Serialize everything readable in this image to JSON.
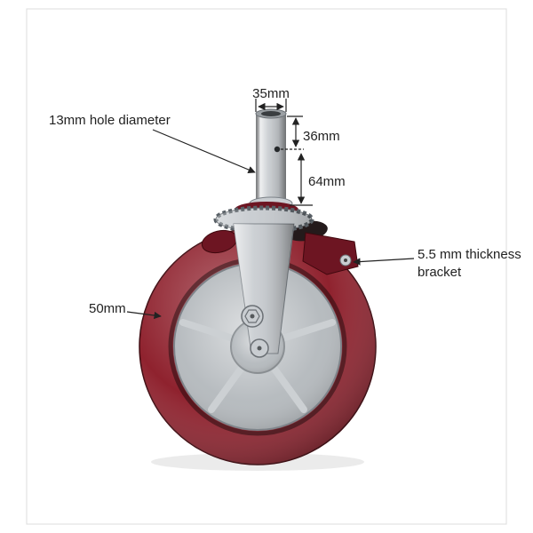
{
  "diagram": {
    "annotations": {
      "stem_width": "35mm",
      "hole_diameter": "13mm hole diameter",
      "stem_upper_length": "36mm",
      "stem_lower_length": "64mm",
      "bracket_thickness_line1": "5.5 mm thickness",
      "bracket_thickness_line2": "bracket",
      "wheel_diameter": "50mm"
    },
    "colors": {
      "tire_red": "#8f222e",
      "brake_red": "#6d1522",
      "metal_silver": "#c9cdd1",
      "hub_gray": "#b3b8bc",
      "annotation_ink": "#222222",
      "frame_border": "#dddddd",
      "background": "#ffffff"
    }
  }
}
